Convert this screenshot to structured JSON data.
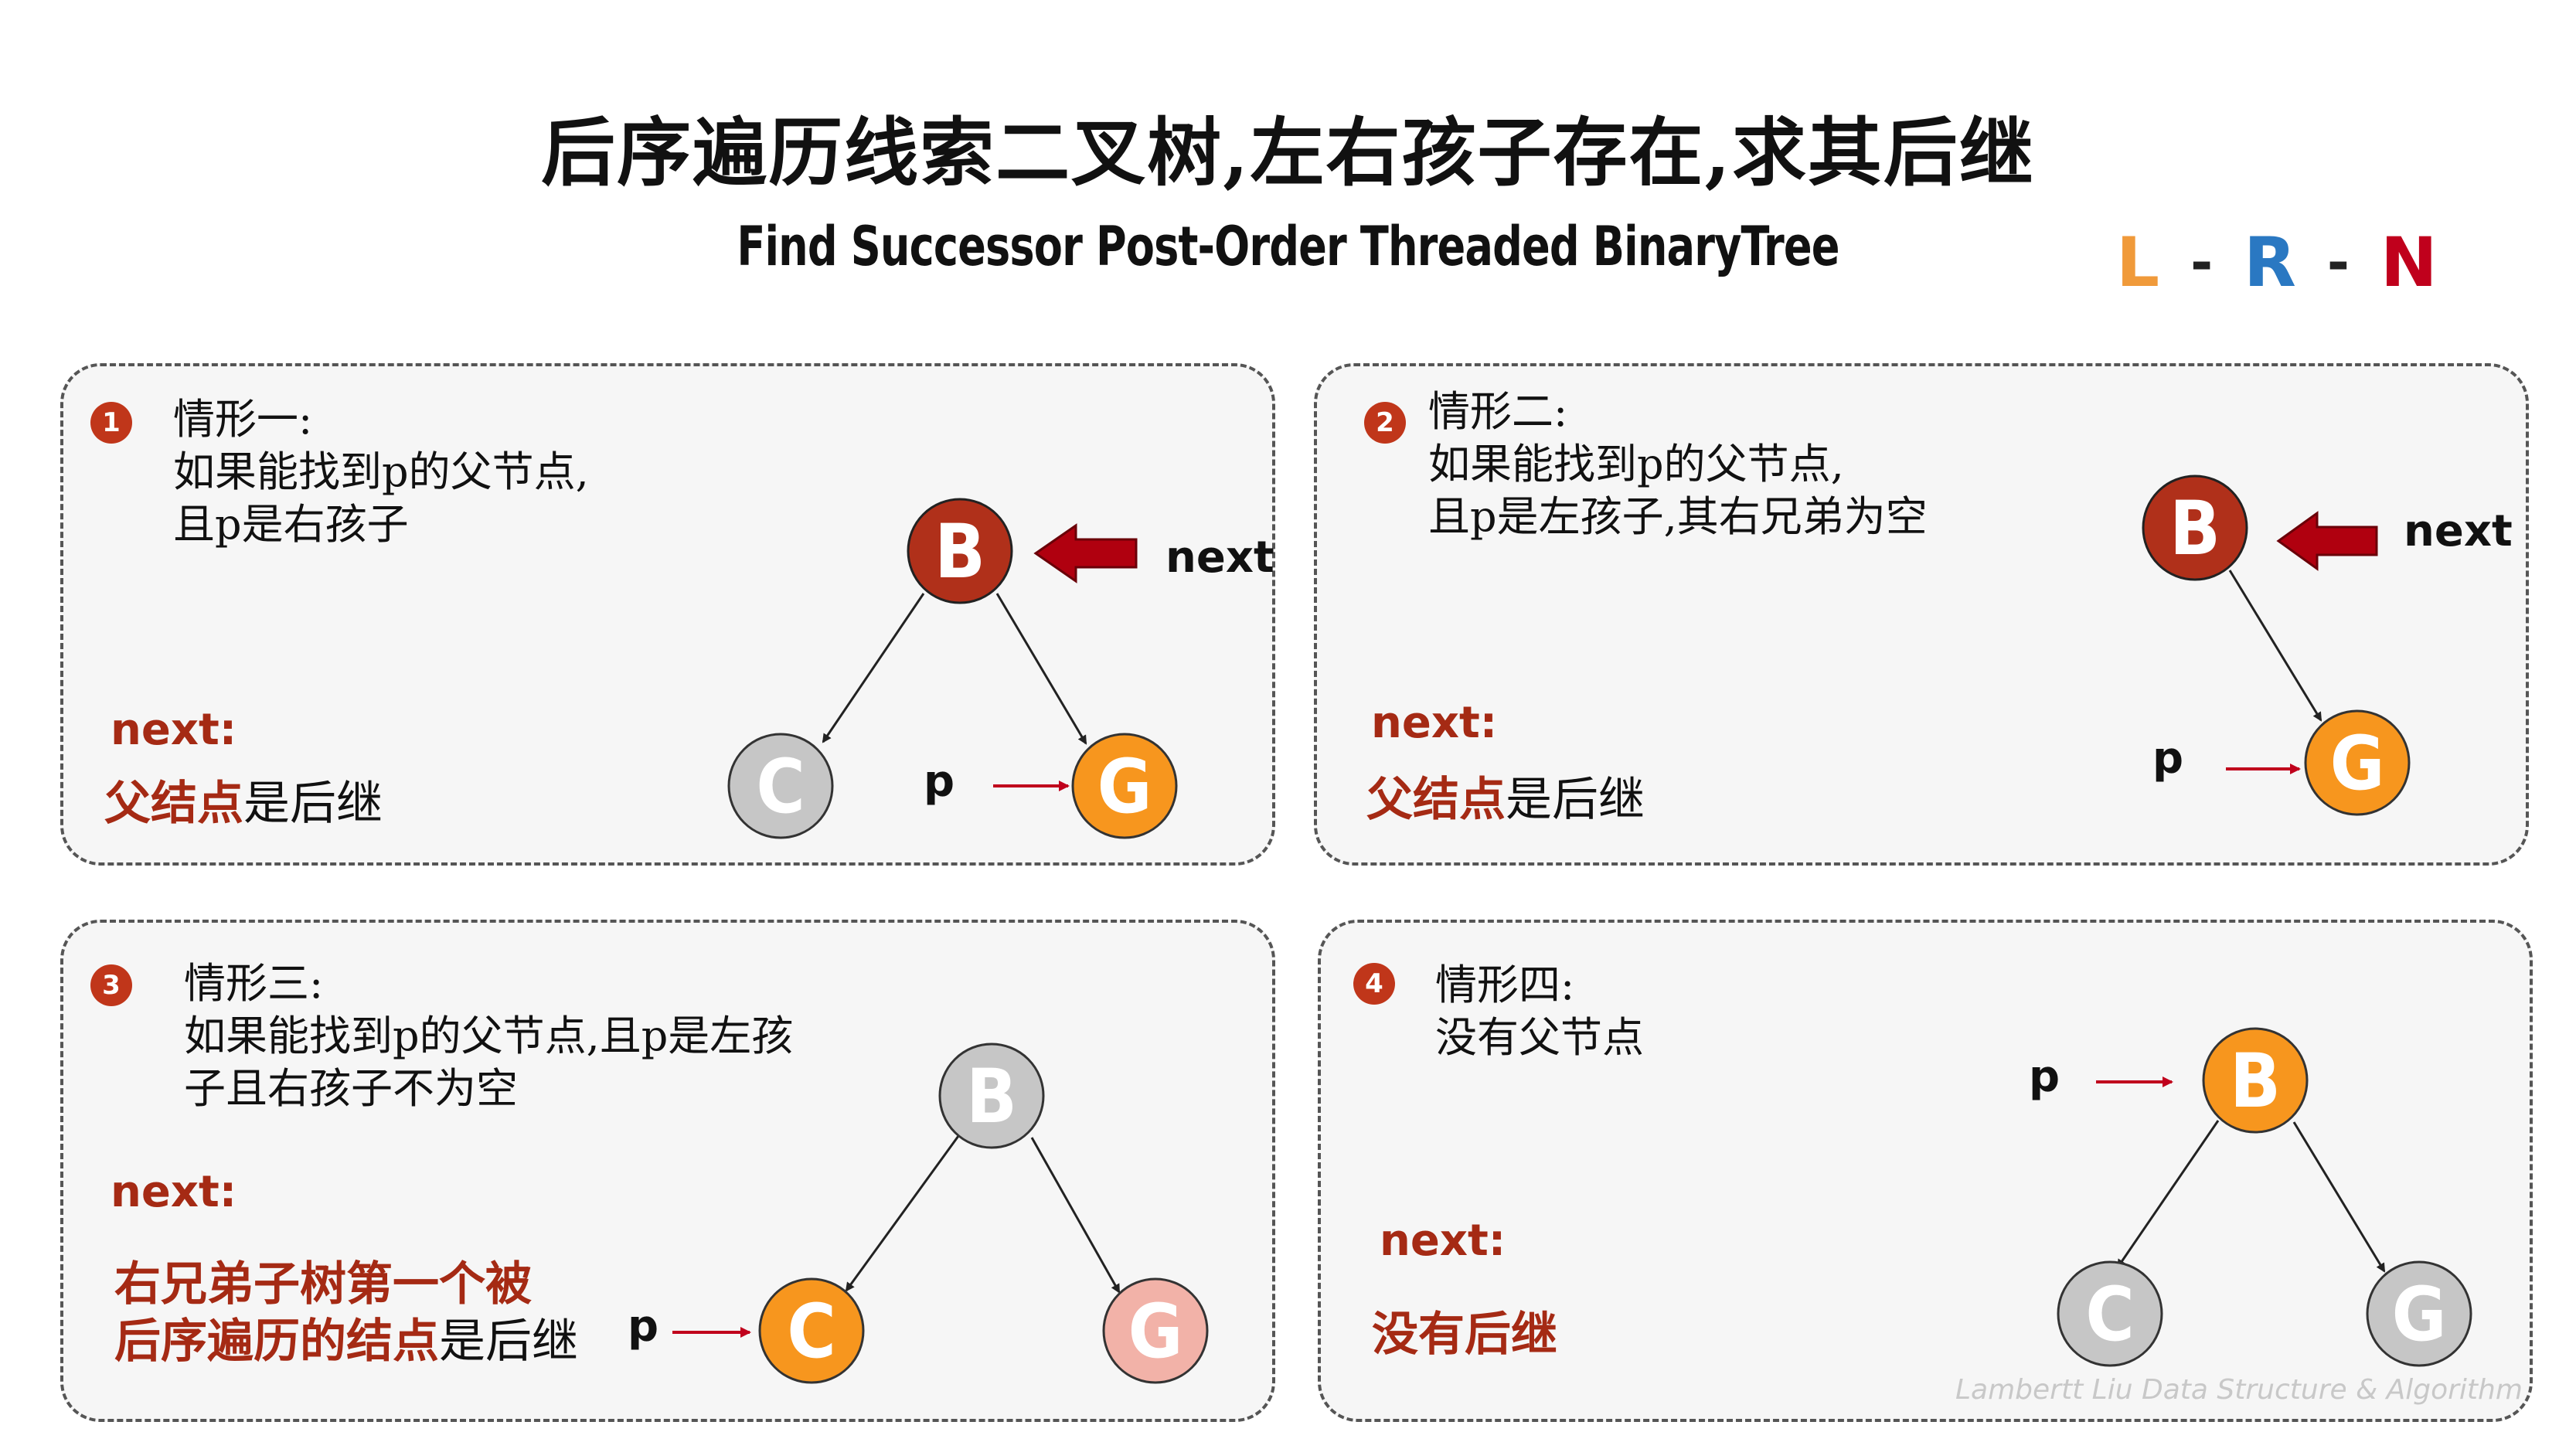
{
  "title": "后序遍历线索二叉树,左右孩子存在,求其后继",
  "subtitle": "Find Successor Post-Order Threaded BinaryTree",
  "order": {
    "l": "L",
    "r": "R",
    "n": "N",
    "dash": "-"
  },
  "colors": {
    "red_node": "#b0301a",
    "orange_node": "#f7961e",
    "gray_node": "#c6c6c6",
    "pink_node": "#f2b2a8",
    "accent": "#a52a14"
  },
  "footer": "Lambertt Liu    Data Structure & Algorithm",
  "panels": [
    {
      "badge": "1",
      "heading": "情形一:",
      "lines": [
        "如果能找到p的父节点,",
        "且p是右孩子"
      ],
      "next_label": "next:",
      "answer_hl": "父结点",
      "answer_rest": "是后继",
      "next_arrow_text": "next",
      "p_text": "p",
      "nodes": {
        "root": "B",
        "left": "C",
        "right": "G"
      }
    },
    {
      "badge": "2",
      "heading": "情形二:",
      "lines": [
        "如果能找到p的父节点,",
        "且p是左孩子,其右兄弟为空"
      ],
      "next_label": "next:",
      "answer_hl": "父结点",
      "answer_rest": "是后继",
      "next_arrow_text": "next",
      "p_text": "p",
      "nodes": {
        "root": "B",
        "child": "G"
      }
    },
    {
      "badge": "3",
      "heading": "情形三:",
      "lines": [
        "如果能找到p的父节点,且p是左孩",
        "子且右孩子不为空"
      ],
      "next_label": "next:",
      "answer_hl1": "右兄弟子树第一个被",
      "answer_hl2": "后序遍历的结点",
      "answer_rest": "是后继",
      "p_text": "p",
      "nodes": {
        "root": "B",
        "left": "C",
        "right": "G"
      }
    },
    {
      "badge": "4",
      "heading": "情形四:",
      "lines": [
        "没有父节点"
      ],
      "next_label": "next:",
      "answer_hl": "没有后继",
      "p_text": "p",
      "nodes": {
        "root": "B",
        "left": "C",
        "right": "G"
      }
    }
  ]
}
